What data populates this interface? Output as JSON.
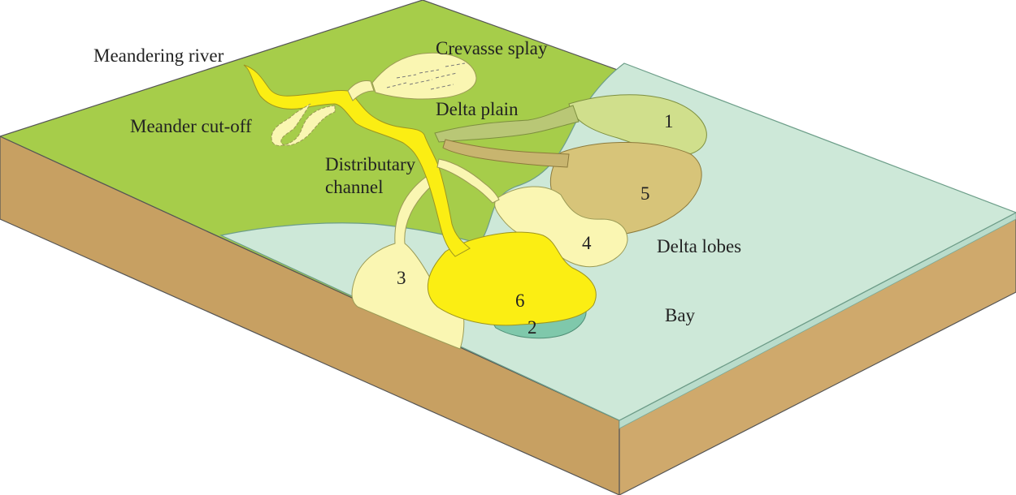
{
  "labels": {
    "meandering_river": "Meandering river",
    "crevasse_splay": "Crevasse splay",
    "delta_plain": "Delta plain",
    "meander_cutoff": "Meander cut-off",
    "distributary_channel_line1": "Distributary",
    "distributary_channel_line2": "channel",
    "delta_lobes": "Delta lobes",
    "bay": "Bay"
  },
  "lobes": {
    "lobe_1": "1",
    "lobe_2": "2",
    "lobe_3": "3",
    "lobe_4": "4",
    "lobe_5": "5",
    "lobe_6": "6"
  },
  "colors": {
    "delta_plain_green": "#a6cd4a",
    "bay_water": "#cde8d8",
    "block_side_front": "#cfa96c",
    "block_side_left": "#c7a062",
    "water_edge": "#b9dccb",
    "river_yellow": "#fbee13",
    "pale_yellow_lobe": "#faf6b2",
    "lobe_1_green": "#d0df8c",
    "lobe_5_olive": "#d7c479",
    "lobe_2_teal": "#7fc8ab"
  }
}
